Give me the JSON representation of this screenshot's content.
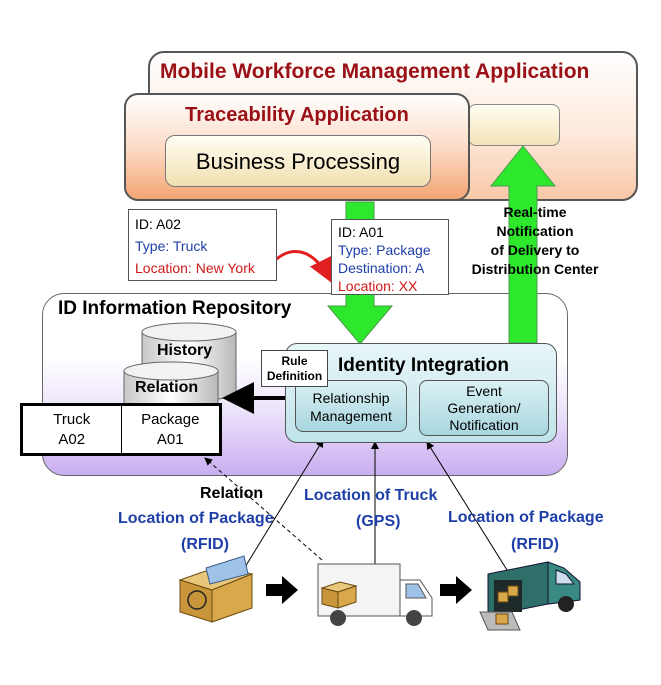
{
  "applications": {
    "mobile_workforce": "Mobile Workforce Management Application",
    "traceability": "Traceability Application",
    "business_processing": "Business Processing"
  },
  "notes": {
    "truck": {
      "id": "ID: A02",
      "type": "Type: Truck",
      "location": "Location: New York"
    },
    "package": {
      "id": "ID: A01",
      "type": "Type: Package",
      "destination": "Destination: A",
      "location": "Location: XX"
    }
  },
  "realtime": {
    "line1": "Real-time",
    "line2": "Notification",
    "line3": "of Delivery to",
    "line4": "Distribution Center"
  },
  "repository": {
    "title": "ID Information Repository",
    "history": "History",
    "relation": "Relation",
    "table": {
      "c1_line1": "Truck",
      "c1_line2": "A02",
      "c2_line1": "Package",
      "c2_line2": "A01"
    }
  },
  "identity": {
    "title": "Identity Integration",
    "rule_line1": "Rule",
    "rule_line2": "Definition",
    "rm_line1": "Relationship",
    "rm_line2": "Management",
    "eg_line1": "Event",
    "eg_line2": "Generation/",
    "eg_line3": "Notification"
  },
  "labels": {
    "relation": "Relation",
    "loc_pkg_left_1": "Location of Package",
    "loc_pkg_left_2": "(RFID)",
    "loc_truck_1": "Location of Truck",
    "loc_truck_2": "(GPS)",
    "loc_pkg_right_1": "Location of Package",
    "loc_pkg_right_2": "(RFID)"
  },
  "colors": {
    "dark_red": "#9a1016",
    "blue_text": "#1f3fa8",
    "red_text": "#d01818",
    "green_arrow": "#2ee82e"
  }
}
